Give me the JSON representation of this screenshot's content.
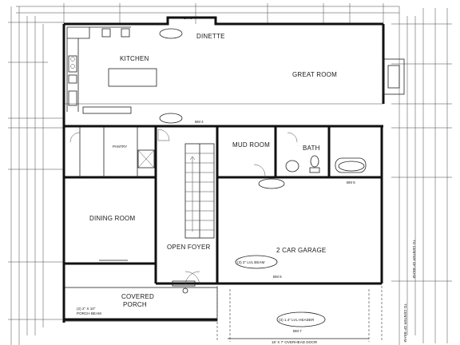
{
  "rooms": {
    "kitchen": "KITCHEN",
    "dinette": "DINETTE",
    "great_room": "GREAT ROOM",
    "mud_room": "MUD ROOM",
    "bath": "BATH",
    "pantry": "PANTRY",
    "dining_room": "DINING ROOM",
    "open_foyer": "OPEN FOYER",
    "garage": "2 CAR GARAGE",
    "covered_porch_1": "COVERED",
    "covered_porch_2": "PORCH"
  },
  "tags": {
    "bm3": "BM 3",
    "bm4": "BM 4",
    "bm5": "BM 5",
    "bm6": "BM 6",
    "bm7": "BM 7"
  },
  "notes": {
    "overhead_door": "16' X 7' OVERHEAD DOOR",
    "porch_beam_1": "(2) 2\" X 10\"",
    "porch_beam_2": "PORCH BEAM",
    "garage_beam": "(3) 2\" LVL BEAM",
    "garage_header": "(3) 1.4\" LVL HEADER",
    "carrying_beam_right": "TO CENTER OF BEAM",
    "carrying_beam_bottom": "TO CENTER OF BEAM"
  }
}
